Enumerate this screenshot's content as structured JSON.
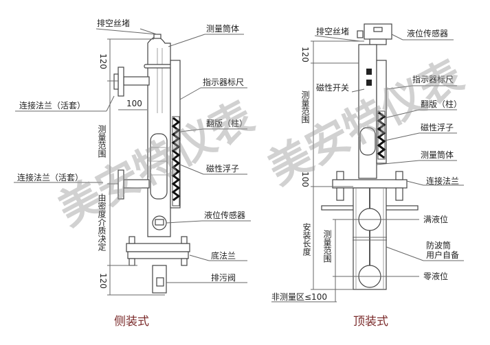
{
  "watermark": "美安特仪表",
  "side_mount": {
    "caption": "侧装式",
    "labels": {
      "vent_plug": "排空丝堵",
      "measuring_tube": "测量筒体",
      "indicator_scale": "指示器标尺",
      "flange_top": "连接法兰（活套）",
      "flap": "翻版（柱）",
      "magnetic_float": "磁性浮子",
      "flange_bottom": "连接法兰（活套）",
      "level_sensor": "液位传感器",
      "bottom_flange": "底法兰",
      "drain_valve": "排污阀",
      "measuring_range": "测量范围",
      "density_note": "由密度介质决定"
    },
    "dimensions": {
      "top": "120",
      "offset": "100",
      "bottom": "120"
    }
  },
  "top_mount": {
    "caption": "顶装式",
    "labels": {
      "vent_plug": "排空丝堵",
      "level_sensor": "液位传感器",
      "indicator_scale": "指示器标尺",
      "magnetic_switch": "磁性开关",
      "flap": "翻版（柱）",
      "magnetic_float": "磁性浮子",
      "measuring_tube": "测量筒体",
      "flange": "连接法兰",
      "full_level": "满液位",
      "stilling_well_1": "防波筒",
      "stilling_well_2": "用户自备",
      "zero_level": "零液位",
      "install_length": "安装长度",
      "measuring_range_upper": "测量范围",
      "measuring_range_lower": "测量范围",
      "non_measuring": "非测量区≤100"
    },
    "dimensions": {
      "top": "120",
      "flange_gap": "100"
    }
  }
}
